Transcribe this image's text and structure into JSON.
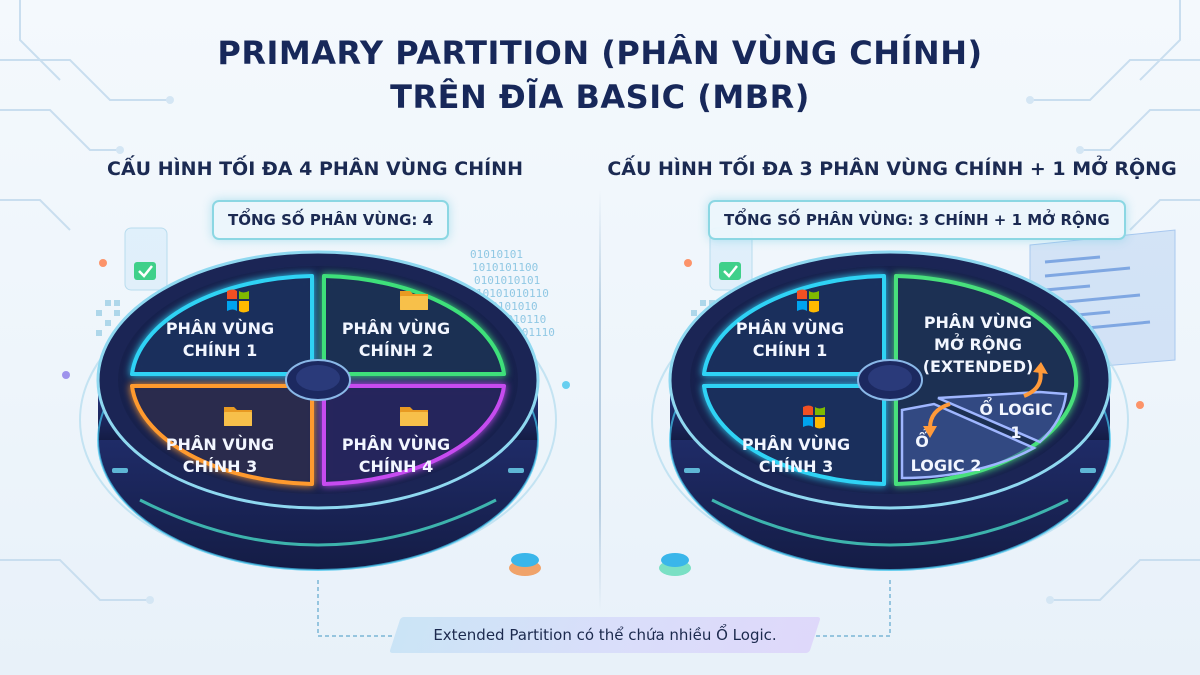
{
  "title": {
    "line1": "PRIMARY PARTITION (PHÂN VÙNG CHÍNH)",
    "line2": "TRÊN ĐĨA BASIC (MBR)"
  },
  "left": {
    "heading": "CẤU HÌNH TỐI ĐA 4 PHÂN VÙNG CHÍNH",
    "badge": "TỔNG SỐ PHÂN VÙNG: 4",
    "segments": [
      {
        "line1": "PHÂN VÙNG",
        "line2": "CHÍNH 1",
        "icon": "windows-logo-icon",
        "color": "#2fd3f5"
      },
      {
        "line1": "PHÂN VÙNG",
        "line2": "CHÍNH 2",
        "icon": "folder-icon",
        "color": "#3ee07a"
      },
      {
        "line1": "PHÂN VÙNG",
        "line2": "CHÍNH 3",
        "icon": "folder-icon",
        "color": "#ff9a2e"
      },
      {
        "line1": "PHÂN VÙNG",
        "line2": "CHÍNH 4",
        "icon": "folder-icon",
        "color": "#c64bf0"
      }
    ]
  },
  "right": {
    "heading": "CẤU HÌNH TỐI ĐA 3 PHÂN VÙNG CHÍNH + 1 MỞ RỘNG",
    "badge": "TỔNG SỐ PHÂN VÙNG: 3 CHÍNH + 1 MỞ RỘNG",
    "segments": [
      {
        "line1": "PHÂN VÙNG",
        "line2": "CHÍNH 1",
        "icon": "windows-logo-icon",
        "color": "#2fd3f5"
      },
      {
        "line1": "PHÂN VÙNG",
        "line2": "CHÍNH 3",
        "icon": "windows-logo-icon",
        "color": "#2fd3f5"
      }
    ],
    "extended": {
      "line1": "PHÂN VÙNG",
      "line2": "MỞ RỘNG",
      "line3": "(EXTENDED)",
      "color": "#48e07c"
    },
    "logical": [
      {
        "line1": "Ổ LOGIC",
        "line2": "1"
      },
      {
        "line1": "Ổ",
        "line2": "LOGIC 2"
      }
    ]
  },
  "decor": {
    "binary": [
      "01010101",
      "1010101100",
      "0101010101",
      "10101010110",
      "010101010",
      "1011010110",
      "11010101110"
    ]
  },
  "footer": "Extended Partition có thể chứa nhiều Ổ Logic.",
  "colors": {
    "title": "#17285a",
    "accent_cyan": "#2fd3f5",
    "accent_green": "#3ee07a",
    "accent_orange": "#ff9a2e",
    "accent_purple": "#c64bf0",
    "disc_dark": "#1a2452"
  }
}
